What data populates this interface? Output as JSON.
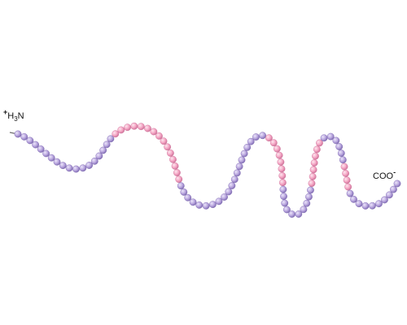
{
  "n_terminus": {
    "charge": "+",
    "text_before_sub": "H",
    "subscript": "3",
    "text_after_sub": "N"
  },
  "c_terminus": {
    "text": "COO",
    "charge": "-"
  },
  "colors": {
    "purple_bead": "#b9a6de",
    "purple_bead_dark": "#7c68b0",
    "pink_bead": "#f4a6c4",
    "pink_bead_dark": "#cc6f97",
    "bond": "#6e6e6e",
    "background": "#ffffff"
  },
  "chain": {
    "segments": [
      {
        "color": "purple",
        "count": 18
      },
      {
        "color": "pink",
        "count": 15
      },
      {
        "color": "purple",
        "count": 20
      },
      {
        "color": "pink",
        "count": 8
      },
      {
        "color": "purple",
        "count": 10
      },
      {
        "color": "pink",
        "count": 7
      },
      {
        "color": "purple",
        "count": 6
      },
      {
        "color": "pink",
        "count": 4
      },
      {
        "color": "purple",
        "count": 10
      }
    ]
  }
}
